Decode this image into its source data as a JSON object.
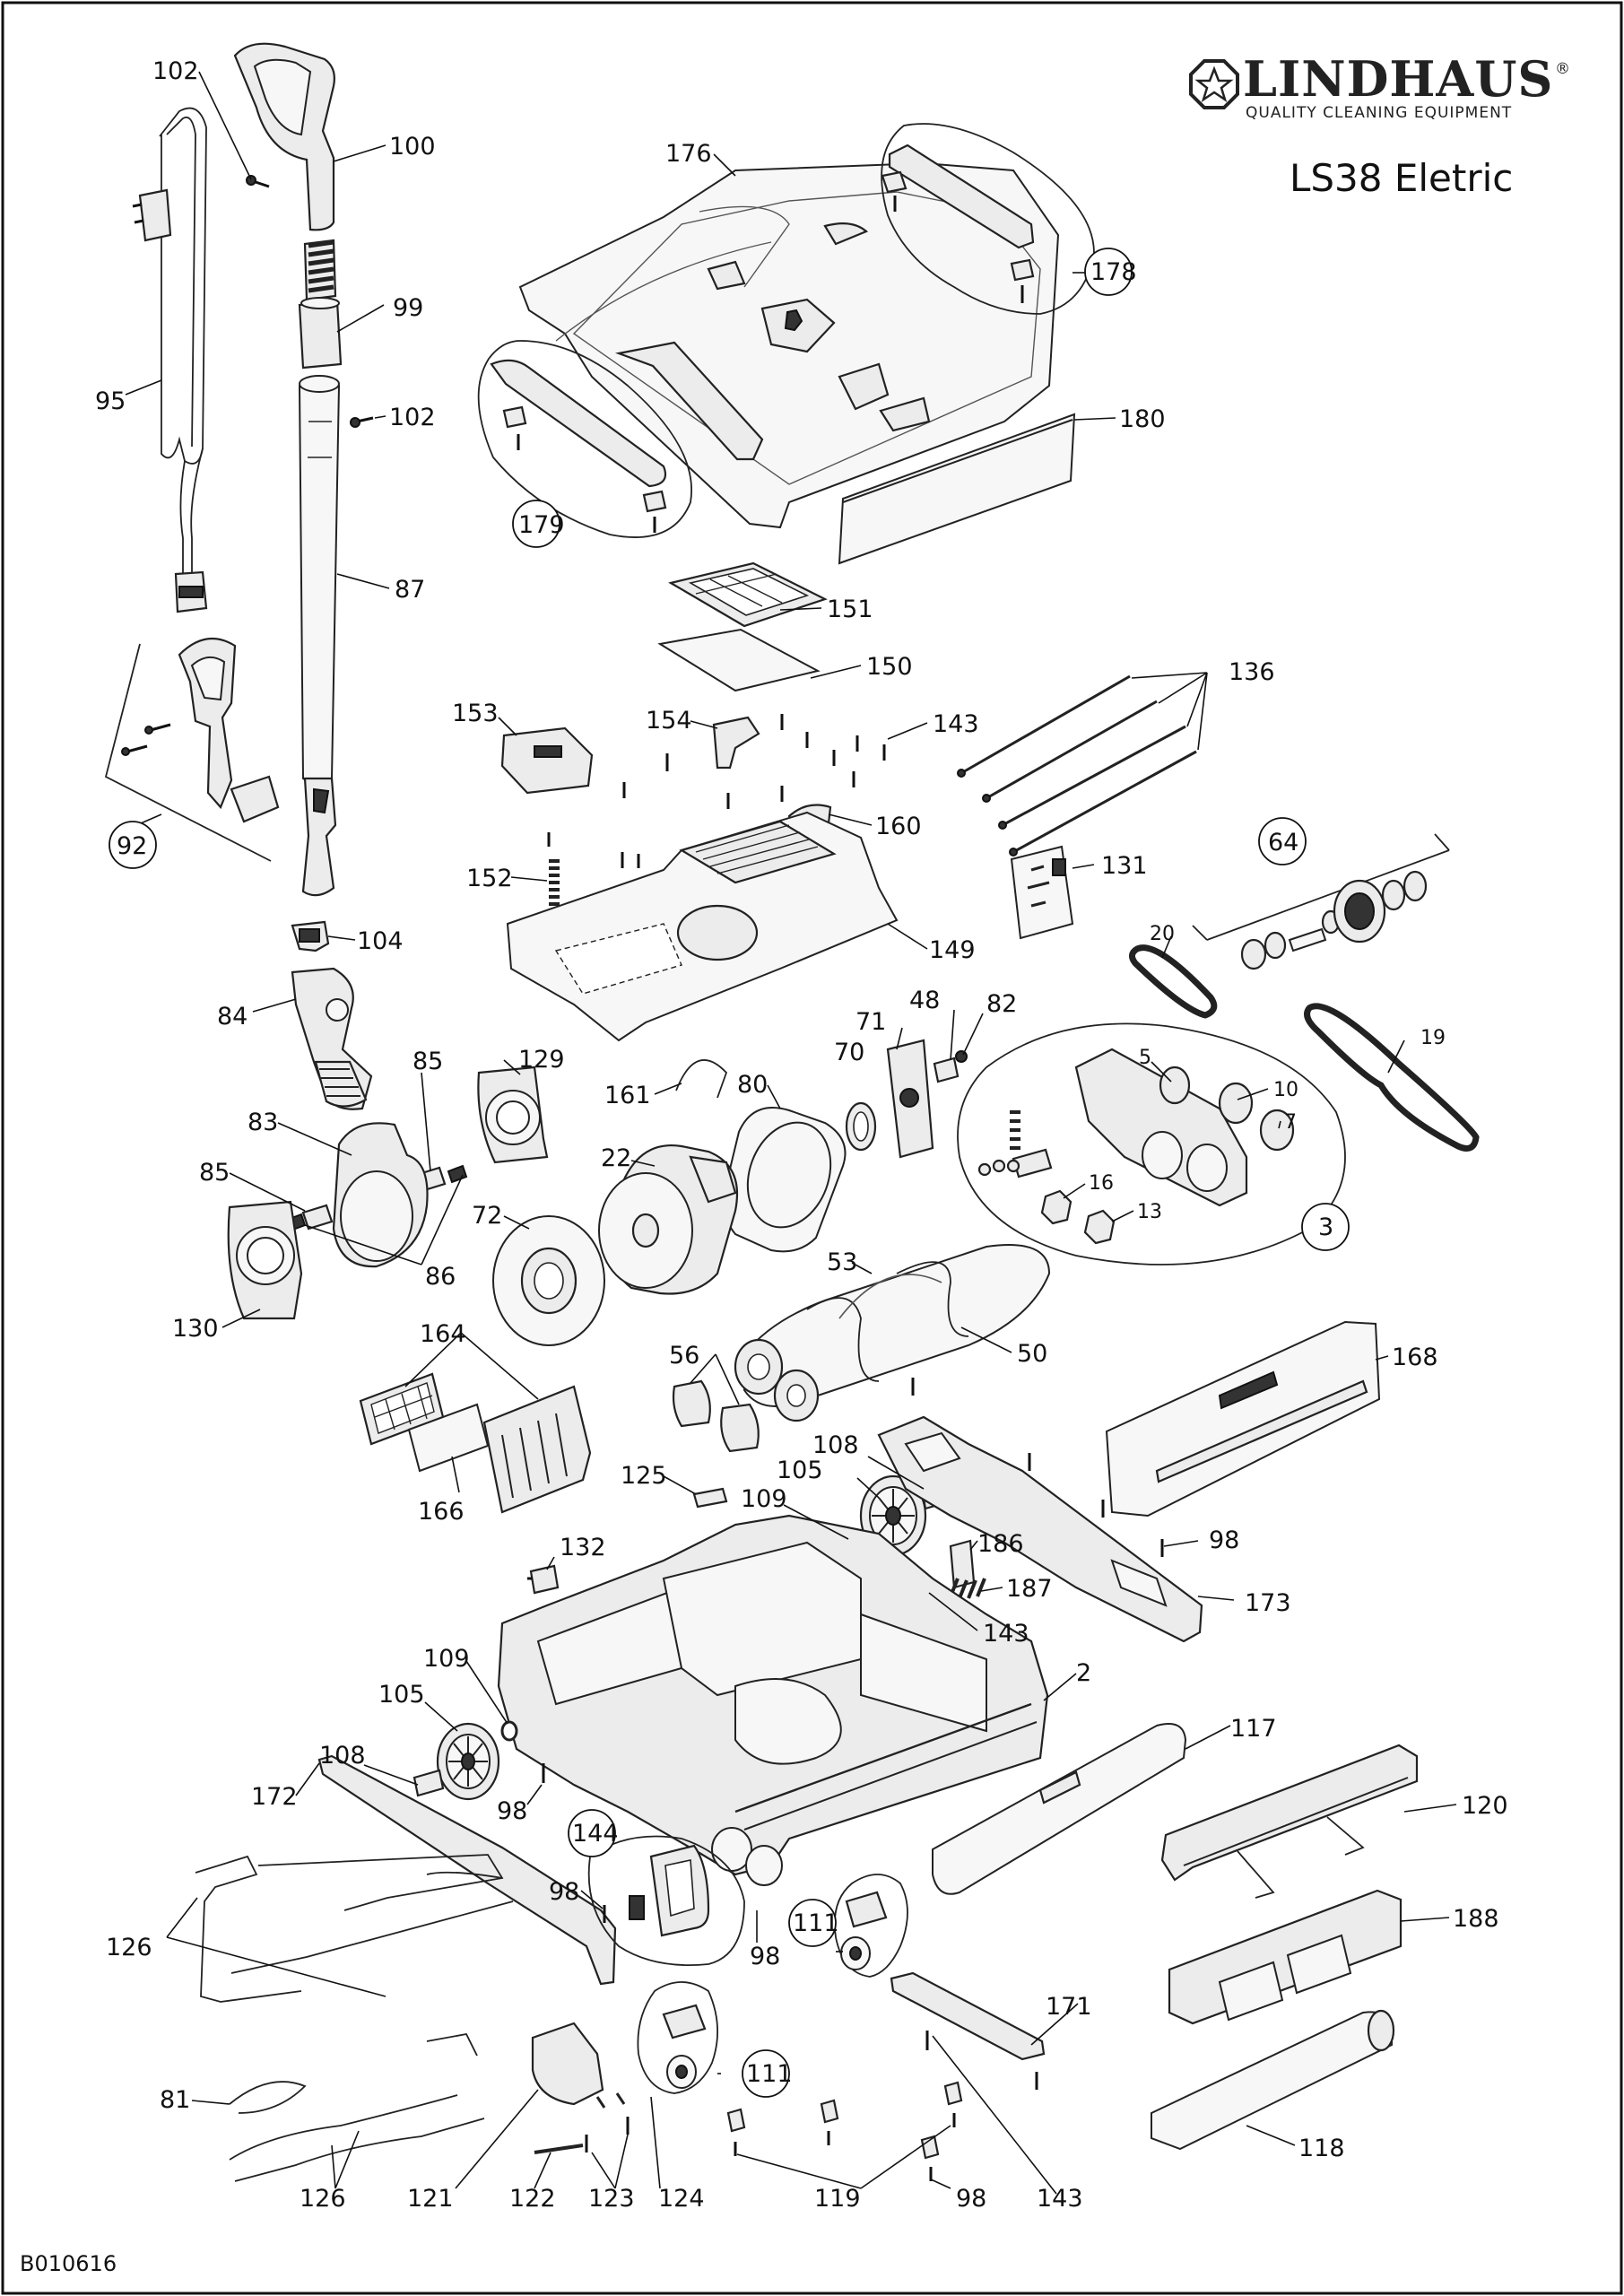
{
  "header": {
    "brand": "LINDHAUS",
    "registered": "®",
    "tagline": "QUALITY  CLEANING  EQUIPMENT",
    "model": "LS38 Eletric"
  },
  "footer": {
    "drawing_code": "B010616"
  },
  "callouts": [
    {
      "id": "c102a",
      "text": "102"
    },
    {
      "id": "c100",
      "text": "100"
    },
    {
      "id": "c99",
      "text": "99"
    },
    {
      "id": "c102b",
      "text": "102"
    },
    {
      "id": "c95",
      "text": "95"
    },
    {
      "id": "c87",
      "text": "87"
    },
    {
      "id": "c92",
      "text": "92"
    },
    {
      "id": "c104",
      "text": "104"
    },
    {
      "id": "c84",
      "text": "84"
    },
    {
      "id": "c85a",
      "text": "85"
    },
    {
      "id": "c129",
      "text": "129"
    },
    {
      "id": "c83",
      "text": "83"
    },
    {
      "id": "c85b",
      "text": "85"
    },
    {
      "id": "c86",
      "text": "86"
    },
    {
      "id": "c130",
      "text": "130"
    },
    {
      "id": "c176",
      "text": "176"
    },
    {
      "id": "c178",
      "text": "178"
    },
    {
      "id": "c180",
      "text": "180"
    },
    {
      "id": "c179",
      "text": "179"
    },
    {
      "id": "c151",
      "text": "151"
    },
    {
      "id": "c150",
      "text": "150"
    },
    {
      "id": "c136",
      "text": "136"
    },
    {
      "id": "c153",
      "text": "153"
    },
    {
      "id": "c154",
      "text": "154"
    },
    {
      "id": "c143a",
      "text": "143"
    },
    {
      "id": "c160",
      "text": "160"
    },
    {
      "id": "c131",
      "text": "131"
    },
    {
      "id": "c64",
      "text": "64"
    },
    {
      "id": "c152",
      "text": "152"
    },
    {
      "id": "c149",
      "text": "149"
    },
    {
      "id": "c20",
      "text": "20"
    },
    {
      "id": "c48",
      "text": "48"
    },
    {
      "id": "c82",
      "text": "82"
    },
    {
      "id": "c71",
      "text": "71"
    },
    {
      "id": "c70",
      "text": "70"
    },
    {
      "id": "c19",
      "text": "19"
    },
    {
      "id": "c161",
      "text": "161"
    },
    {
      "id": "c80",
      "text": "80"
    },
    {
      "id": "c5",
      "text": "5"
    },
    {
      "id": "c10",
      "text": "10"
    },
    {
      "id": "c7",
      "text": "7"
    },
    {
      "id": "c22",
      "text": "22"
    },
    {
      "id": "c16",
      "text": "16"
    },
    {
      "id": "c13",
      "text": "13"
    },
    {
      "id": "c3",
      "text": "3"
    },
    {
      "id": "c72",
      "text": "72"
    },
    {
      "id": "c53",
      "text": "53"
    },
    {
      "id": "c50",
      "text": "50"
    },
    {
      "id": "c164",
      "text": "164"
    },
    {
      "id": "c56",
      "text": "56"
    },
    {
      "id": "c168",
      "text": "168"
    },
    {
      "id": "c166",
      "text": "166"
    },
    {
      "id": "c125",
      "text": "125"
    },
    {
      "id": "c108a",
      "text": "108"
    },
    {
      "id": "c105a",
      "text": "105"
    },
    {
      "id": "c109a",
      "text": "109"
    },
    {
      "id": "c98a",
      "text": "98"
    },
    {
      "id": "c132",
      "text": "132"
    },
    {
      "id": "c186",
      "text": "186"
    },
    {
      "id": "c187",
      "text": "187"
    },
    {
      "id": "c143b",
      "text": "143"
    },
    {
      "id": "c173",
      "text": "173"
    },
    {
      "id": "c109b",
      "text": "109"
    },
    {
      "id": "c2",
      "text": "2"
    },
    {
      "id": "c105b",
      "text": "105"
    },
    {
      "id": "c117",
      "text": "117"
    },
    {
      "id": "c108b",
      "text": "108"
    },
    {
      "id": "c172",
      "text": "172"
    },
    {
      "id": "c98b",
      "text": "98"
    },
    {
      "id": "c120",
      "text": "120"
    },
    {
      "id": "c144",
      "text": "144"
    },
    {
      "id": "c98c",
      "text": "98"
    },
    {
      "id": "c188",
      "text": "188"
    },
    {
      "id": "c126a",
      "text": "126"
    },
    {
      "id": "c98d",
      "text": "98"
    },
    {
      "id": "c111a",
      "text": "111"
    },
    {
      "id": "c171",
      "text": "171"
    },
    {
      "id": "c111b",
      "text": "111"
    },
    {
      "id": "c81",
      "text": "81"
    },
    {
      "id": "c118",
      "text": "118"
    },
    {
      "id": "c126b",
      "text": "126"
    },
    {
      "id": "c121",
      "text": "121"
    },
    {
      "id": "c122",
      "text": "122"
    },
    {
      "id": "c123",
      "text": "123"
    },
    {
      "id": "c124",
      "text": "124"
    },
    {
      "id": "c119",
      "text": "119"
    },
    {
      "id": "c98e",
      "text": "98"
    },
    {
      "id": "c143c",
      "text": "143"
    }
  ]
}
